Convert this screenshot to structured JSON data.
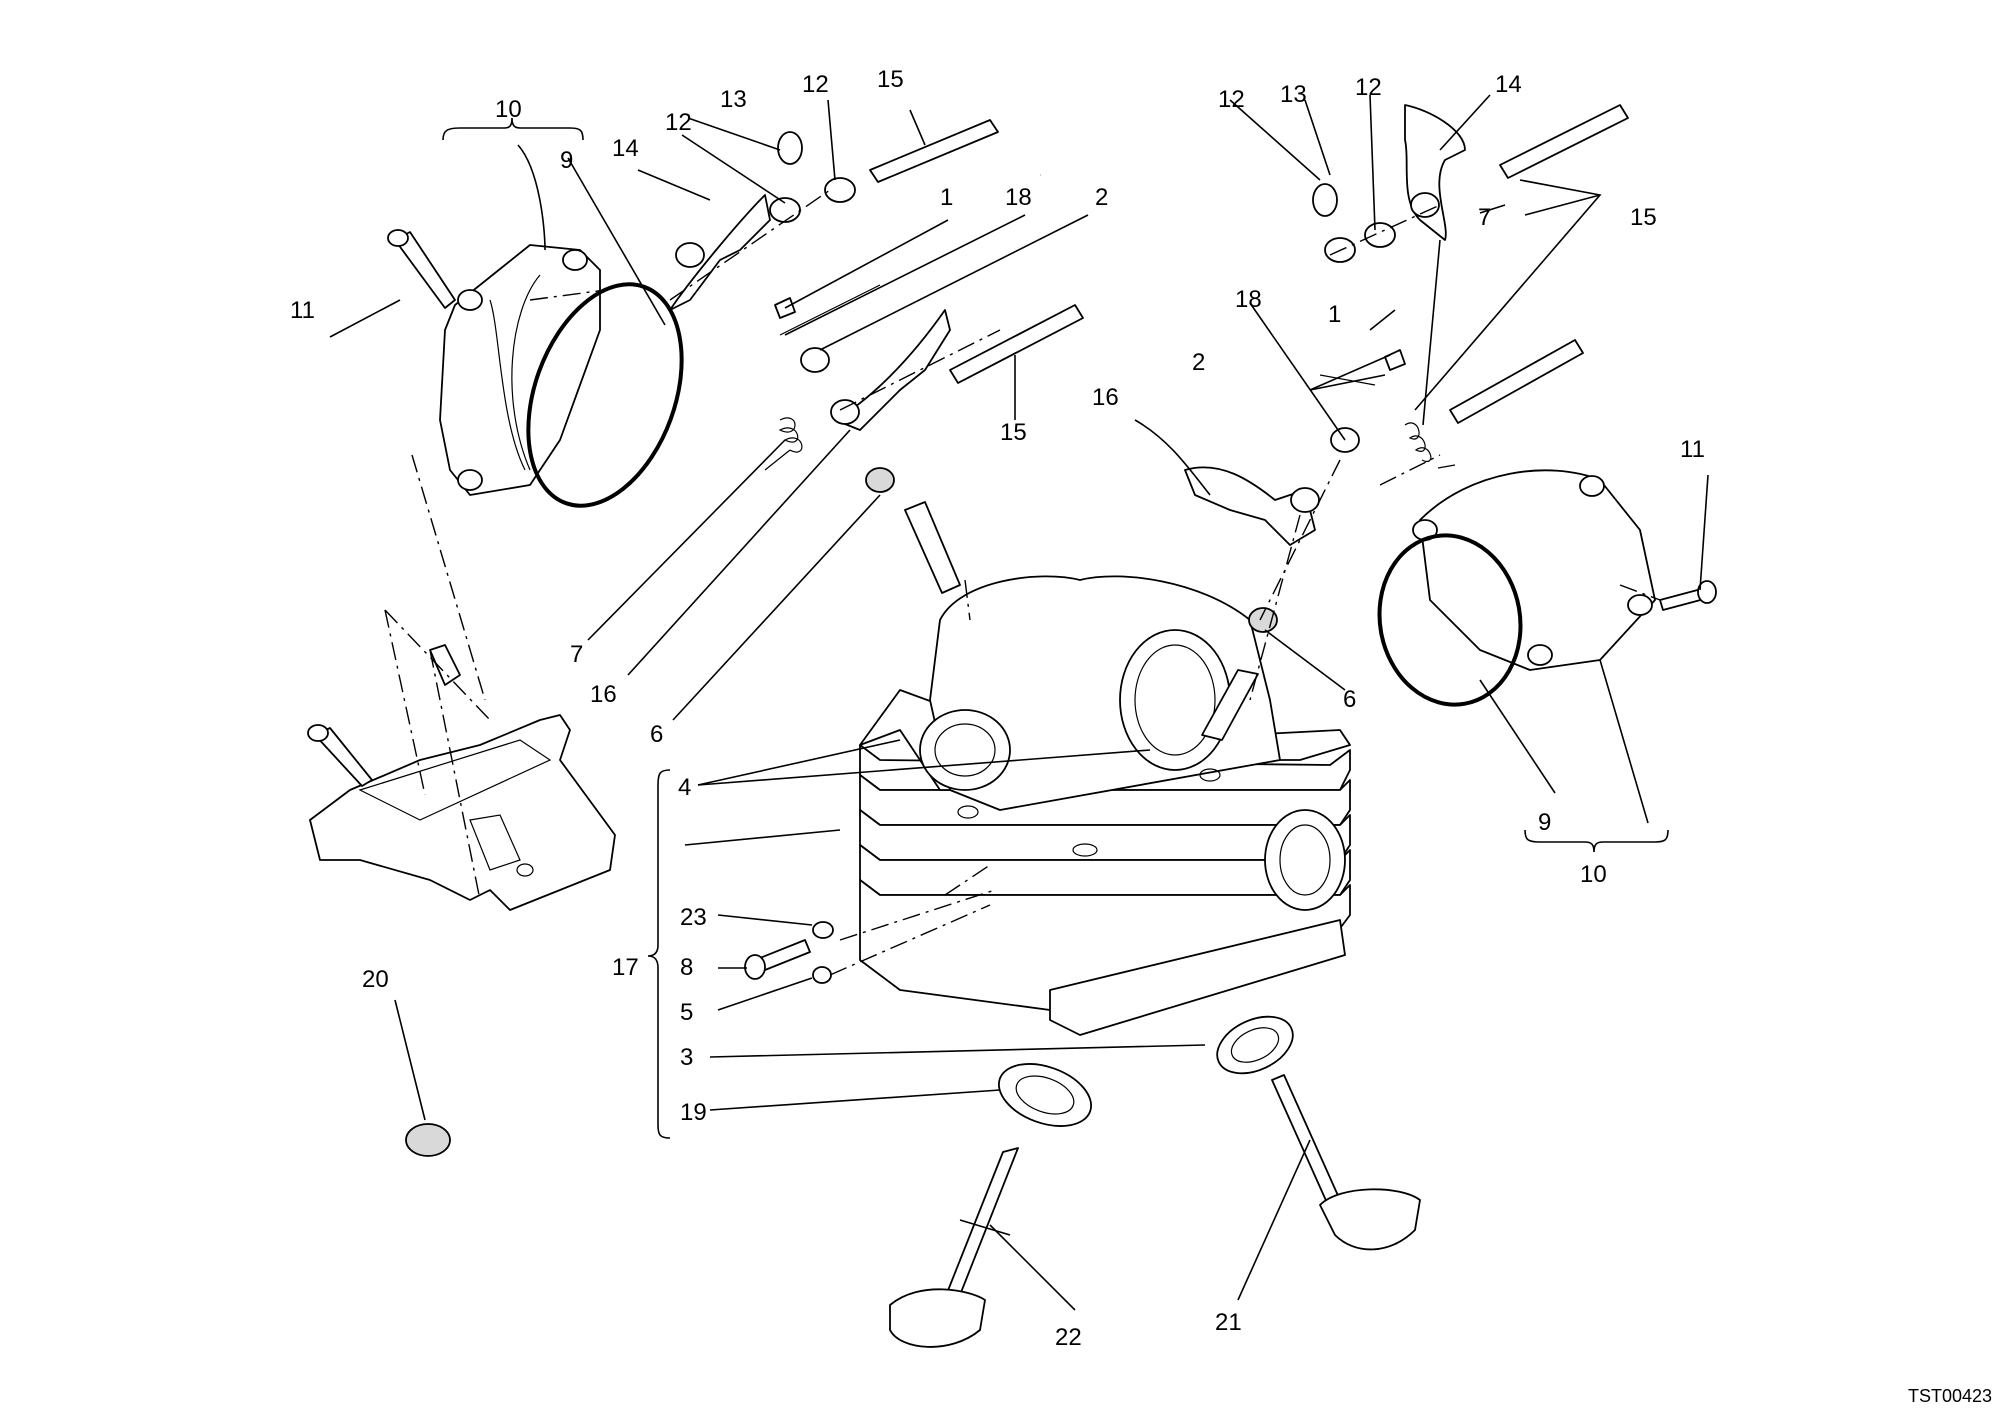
{
  "diagram": {
    "drawing_code": "TST00423",
    "callouts": [
      "1",
      "2",
      "3",
      "4",
      "5",
      "6",
      "7",
      "8",
      "9",
      "10",
      "11",
      "12",
      "13",
      "14",
      "15",
      "16",
      "17",
      "18",
      "19",
      "20",
      "21",
      "22",
      "23"
    ]
  }
}
